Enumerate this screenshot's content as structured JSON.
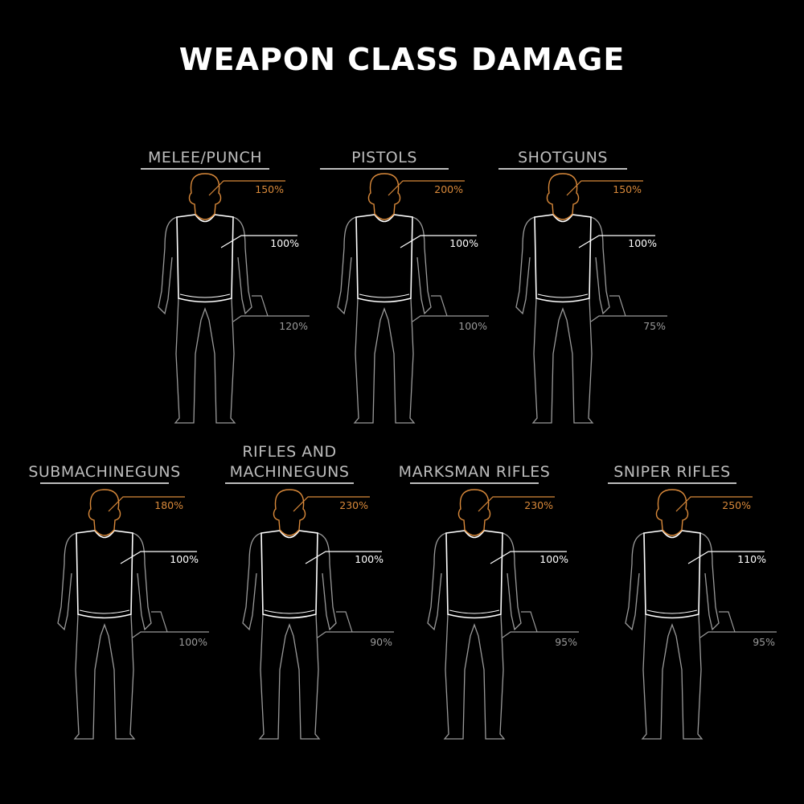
{
  "title": "WEAPON CLASS DAMAGE",
  "colors": {
    "background": "#000000",
    "head": "#d9893a",
    "torso": "#ffffff",
    "legs": "#9a9a9a",
    "heading": "#bdbdbd"
  },
  "classes": [
    {
      "name": [
        "MELEE/PUNCH"
      ],
      "head": "150%",
      "torso": "100%",
      "legs": "120%"
    },
    {
      "name": [
        "PISTOLS"
      ],
      "head": "200%",
      "torso": "100%",
      "legs": "100%"
    },
    {
      "name": [
        "SHOTGUNS"
      ],
      "head": "150%",
      "torso": "100%",
      "legs": "75%"
    },
    {
      "name": [
        "SUBMACHINEGUNS"
      ],
      "head": "180%",
      "torso": "100%",
      "legs": "100%"
    },
    {
      "name": [
        "RIFLES AND",
        "MACHINEGUNS"
      ],
      "head": "230%",
      "torso": "100%",
      "legs": "90%"
    },
    {
      "name": [
        "MARKSMAN RIFLES"
      ],
      "head": "230%",
      "torso": "100%",
      "legs": "95%"
    },
    {
      "name": [
        "SNIPER RIFLES"
      ],
      "head": "250%",
      "torso": "110%",
      "legs": "95%"
    }
  ]
}
